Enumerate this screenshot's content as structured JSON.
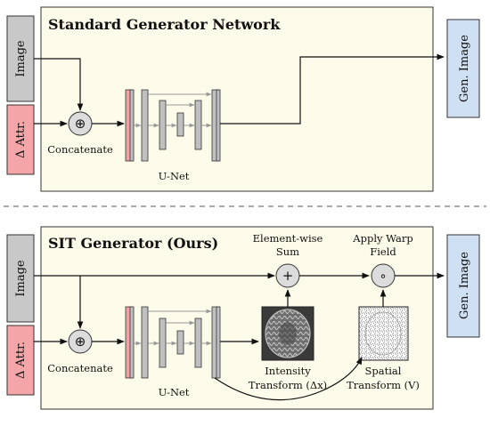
{
  "colors": {
    "panel_fill": "#fdfbe9",
    "image_box": "#c8c8c8",
    "attr_box": "#f4a5a8",
    "gen_box": "#cfe0f3",
    "unet_block": "#c0c0c0",
    "unet_red": "#f2a2a6"
  },
  "top_panel": {
    "title": "Standard Generator Network",
    "input_image": "Image",
    "input_attr": "Δ Attr.",
    "concat_label": "Concatenate",
    "unet_label": "U-Net",
    "output": "Gen. Image",
    "concat_symbol": "⊕"
  },
  "bottom_panel": {
    "title": "SIT Generator (Ours)",
    "input_image": "Image",
    "input_attr": "Δ Attr.",
    "concat_label": "Concatenate",
    "unet_label": "U-Net",
    "output": "Gen. Image",
    "concat_symbol": "⊕",
    "sum_label_1": "Element-wise",
    "sum_label_2": "Sum",
    "sum_symbol": "+",
    "warp_label_1": "Apply Warp",
    "warp_label_2": "Field",
    "warp_symbol": "∘",
    "intensity_label_1": "Intensity",
    "intensity_label_2": "Transform (Δx)",
    "spatial_label_1": "Spatial",
    "spatial_label_2": "Transform (V)"
  },
  "icons": [
    "intensity-map-image",
    "warp-field-image"
  ]
}
